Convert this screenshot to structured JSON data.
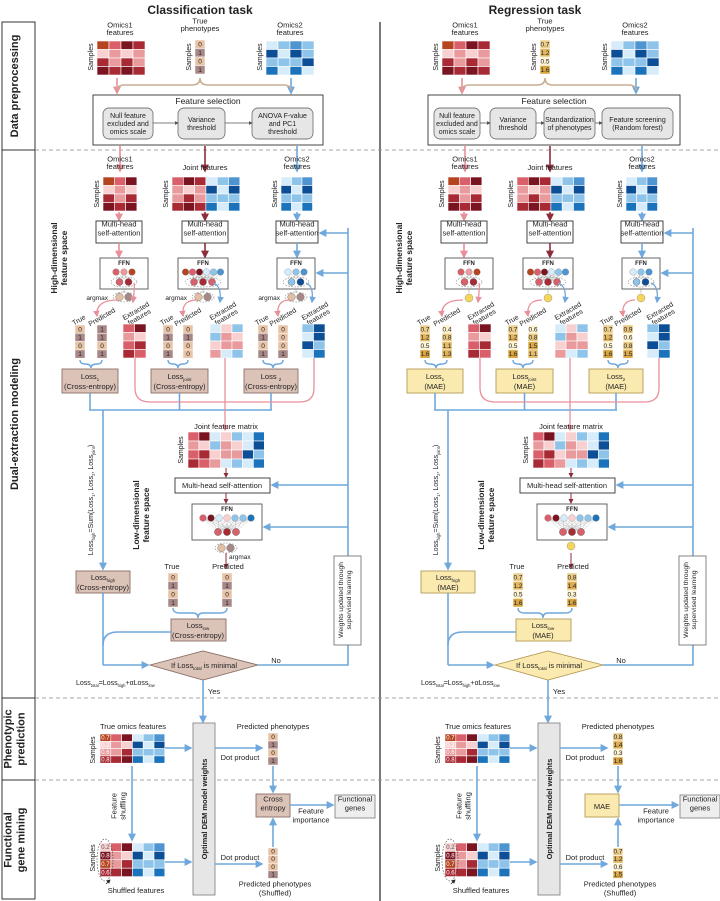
{
  "sections": {
    "preprocessing": [
      "Data preprocessing"
    ],
    "modeling": [
      "Dual-extraction modeling"
    ],
    "prediction": [
      "Phenotypic",
      "prediction"
    ],
    "mining": [
      "Functional",
      "gene mining"
    ]
  },
  "colors": {
    "omics1": "#e8909a",
    "omics2": "#6fa8dc",
    "joint": "#8b2d3a",
    "brace": "#c8ae94",
    "classification_box": "#dcc3b8",
    "regression_box": "#fbeab0",
    "grey_box": "#e8e8e8"
  },
  "panels": [
    {
      "task": "classification",
      "title": "Classification task",
      "samples": "Samples",
      "omics1_label": [
        "Omics1",
        "features"
      ],
      "phenotypes_label": [
        "True",
        "phenotypes"
      ],
      "omics2_label": [
        "Omics2",
        "features"
      ],
      "true_phenotypes": [
        "0",
        "1",
        "0",
        "1"
      ],
      "feature_selection": {
        "title": "Feature selection",
        "steps": [
          [
            "Null feature",
            "excluded and",
            "omics scale"
          ],
          [
            "Variance",
            "threshold"
          ],
          [
            "ANOVA F-value",
            "and PC1",
            "threshold"
          ]
        ]
      },
      "joint_label": [
        "Joint features"
      ],
      "mhsa": [
        "Multi-head",
        "self-attention"
      ],
      "ffn": "FFN",
      "argmax": "argmax",
      "true_label": "True",
      "predicted_label": "Predicted",
      "extracted_label": [
        "Extracted",
        "features"
      ],
      "high_dim_label": [
        "High-dimensional",
        "feature space"
      ],
      "branches": [
        {
          "true": [
            "0",
            "1",
            "0",
            "1"
          ],
          "pred": [
            "1",
            "1",
            "0",
            "1"
          ],
          "loss": [
            {
              "t": "Loss"
            },
            {
              "t": "1",
              "sub": true
            }
          ],
          "loss_kind": "(Cross-entropy)"
        },
        {
          "true": [
            "0",
            "1",
            "0",
            "1"
          ],
          "pred": [
            "0",
            "1",
            "0",
            "0"
          ],
          "loss": [
            {
              "t": "Loss"
            },
            {
              "t": "joint",
              "sub": true
            }
          ],
          "loss_kind": "(Cross-entropy)"
        },
        {
          "true": [
            "0",
            "1",
            "0",
            "1"
          ],
          "pred": [
            "0",
            "0",
            "0",
            "1"
          ],
          "loss": [
            {
              "t": "Loss "
            },
            {
              "t": "2",
              "sub": true
            }
          ],
          "loss_kind": "(Cross-entropy)"
        }
      ],
      "loss_high_formula": [
        {
          "t": "Loss"
        },
        {
          "t": "high",
          "sub": true
        },
        {
          "t": "=Sum(Loss"
        },
        {
          "t": "1",
          "sub": true
        },
        {
          "t": ", Loss"
        },
        {
          "t": "2",
          "sub": true
        },
        {
          "t": ", Loss"
        },
        {
          "t": "joint",
          "sub": true
        },
        {
          "t": ")"
        }
      ],
      "joint_matrix_label": "Joint feature matrix",
      "mhsa_wide": "Multi-head self-attention",
      "low_dim_label": [
        "Low-dimensional",
        "feature space"
      ],
      "low_true": [
        "0",
        "1",
        "0",
        "1"
      ],
      "low_pred": [
        "0",
        "1",
        "0",
        "1"
      ],
      "loss_high_box": {
        "name": [
          {
            "t": "Loss"
          },
          {
            "t": "high",
            "sub": true
          }
        ],
        "kind": "(Cross-entropy)"
      },
      "loss_low_box": {
        "name": [
          {
            "t": "Loss"
          },
          {
            "t": "low",
            "sub": true
          }
        ],
        "kind": "(Cross-entropy)"
      },
      "decision": [
        {
          "t": "If Loss"
        },
        {
          "t": "total",
          "sub": true
        },
        {
          "t": " is minimal"
        }
      ],
      "no": "No",
      "yes": "Yes",
      "total_formula": [
        {
          "t": "Loss"
        },
        {
          "t": "total",
          "sub": true
        },
        {
          "t": "=Loss"
        },
        {
          "t": "high",
          "sub": true
        },
        {
          "t": "+αLoss"
        },
        {
          "t": "low",
          "sub": true
        }
      ],
      "weights_label": [
        "Weights updated through",
        "supervised learning"
      ],
      "true_omics_label": "True omics features",
      "true_omics_values": [
        "0.7",
        "0.2",
        "0.6",
        "0.8"
      ],
      "optimal_label": "Optimal DEM model weights",
      "dot_product": "Dot product",
      "predicted_phenotypes_label": "Predicted phenotypes",
      "predicted_values": [
        "0",
        "1",
        "0",
        "1"
      ],
      "metric_box": [
        "Cross",
        "entropy"
      ],
      "feature_importance": [
        "Feature",
        "importance"
      ],
      "functional_genes": [
        "Functional",
        "genes"
      ],
      "feature_shuffling": [
        "Feature",
        "shuffling"
      ],
      "shuffled_values": [
        "0.2",
        "0.8",
        "0.7",
        "0.6"
      ],
      "shuffled_features_label": "Shuffled features",
      "shuffled_predicted_values": [
        "0",
        "0",
        "0",
        "1"
      ],
      "shuffled_predicted_label": [
        "Predicted phenotypes",
        "(Shuffled)"
      ]
    },
    {
      "task": "regression",
      "title": "Regression task",
      "samples": "Samples",
      "omics1_label": [
        "Omics1",
        "features"
      ],
      "phenotypes_label": [
        "True",
        "phenotypes"
      ],
      "omics2_label": [
        "Omics2",
        "features"
      ],
      "true_phenotypes": [
        "0.7",
        "1.2",
        "0.5",
        "1.6"
      ],
      "feature_selection": {
        "title": "Feature selection",
        "steps": [
          [
            "Null feature",
            "excluded and",
            "omics scale"
          ],
          [
            "Variance",
            "threshold"
          ],
          [
            "Standardization",
            "of phenotypes"
          ],
          [
            "Feature screening",
            "(Random forest)"
          ]
        ]
      },
      "joint_label": [
        "Joint features"
      ],
      "mhsa": [
        "Multi-head",
        "self-attention"
      ],
      "ffn": "FFN",
      "true_label": "True",
      "predicted_label": "Predicted",
      "extracted_label": [
        "Extracted",
        "features"
      ],
      "high_dim_label": [
        "High-dimensional",
        "feature space"
      ],
      "branches": [
        {
          "true": [
            "0.7",
            "1.2",
            "0.5",
            "1.6"
          ],
          "pred": [
            "0.4",
            "0.8",
            "1.1",
            "1.3"
          ],
          "loss": [
            {
              "t": "Loss"
            },
            {
              "t": "1",
              "sub": true
            }
          ],
          "loss_kind": "(MAE)"
        },
        {
          "true": [
            "0.7",
            "1.2",
            "0.5",
            "1.6"
          ],
          "pred": [
            "0.6",
            "0.8",
            "1.5",
            "1.1"
          ],
          "loss": [
            {
              "t": "Loss"
            },
            {
              "t": "joint",
              "sub": true
            }
          ],
          "loss_kind": "(MAE)"
        },
        {
          "true": [
            "0.7",
            "1.2",
            "0.5",
            "1.6"
          ],
          "pred": [
            "0.9",
            "0.6",
            "0.8",
            "1.5"
          ],
          "loss": [
            {
              "t": "Loss"
            },
            {
              "t": "2",
              "sub": true
            }
          ],
          "loss_kind": "(MAE)"
        }
      ],
      "loss_high_formula": [
        {
          "t": "Loss"
        },
        {
          "t": "high",
          "sub": true
        },
        {
          "t": "=Sum(Loss"
        },
        {
          "t": "1",
          "sub": true
        },
        {
          "t": ", Loss"
        },
        {
          "t": "2",
          "sub": true
        },
        {
          "t": ", Loss"
        },
        {
          "t": "joint",
          "sub": true
        },
        {
          "t": ")"
        }
      ],
      "joint_matrix_label": "Joint feature matrix",
      "mhsa_wide": "Multi-head self-attention",
      "low_dim_label": [
        "Low-dimensional",
        "feature space"
      ],
      "low_true": [
        "0.7",
        "1.2",
        "0.5",
        "1.6"
      ],
      "low_pred": [
        "0.8",
        "1.4",
        "0.3",
        "1.6"
      ],
      "loss_high_box": {
        "name": [
          {
            "t": "Loss"
          },
          {
            "t": "high",
            "sub": true
          }
        ],
        "kind": "(MAE)"
      },
      "loss_low_box": {
        "name": [
          {
            "t": "Loss"
          },
          {
            "t": "low",
            "sub": true
          }
        ],
        "kind": "(MAE)"
      },
      "decision": [
        {
          "t": "If Loss"
        },
        {
          "t": "total",
          "sub": true
        },
        {
          "t": " is minimal"
        }
      ],
      "no": "No",
      "yes": "Yes",
      "total_formula": [
        {
          "t": "Loss"
        },
        {
          "t": "total",
          "sub": true
        },
        {
          "t": "=Loss"
        },
        {
          "t": "high",
          "sub": true
        },
        {
          "t": "+αLoss"
        },
        {
          "t": "low",
          "sub": true
        }
      ],
      "weights_label": [
        "Weights updated through",
        "supervised learning"
      ],
      "true_omics_label": "True omics features",
      "true_omics_values": [
        "0.7",
        "0.2",
        "0.6",
        "0.8"
      ],
      "optimal_label": "Optimal DEM model weights",
      "dot_product": "Dot product",
      "predicted_phenotypes_label": "Predicted phenotypes",
      "predicted_values": [
        "0.8",
        "1.4",
        "0.3",
        "1.6"
      ],
      "metric_box": [
        "MAE"
      ],
      "feature_importance": [
        "Feature",
        "importance"
      ],
      "functional_genes": [
        "Functional",
        "genes"
      ],
      "feature_shuffling": [
        "Feature",
        "shuffling"
      ],
      "shuffled_values": [
        "0.2",
        "0.8",
        "0.7",
        "0.6"
      ],
      "shuffled_features_label": "Shuffled features",
      "shuffled_predicted_values": [
        "0.7",
        "1.2",
        "0.6",
        "1.5"
      ],
      "shuffled_predicted_label": [
        "Predicted phenotypes",
        "(Shuffled)"
      ]
    }
  ]
}
